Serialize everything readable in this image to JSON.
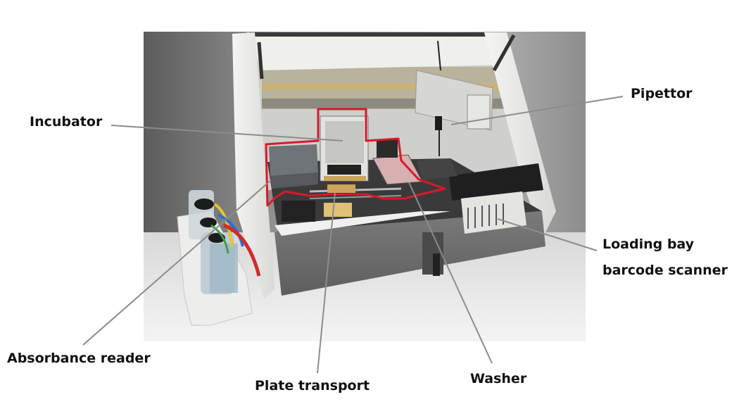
{
  "labels": {
    "incubator": "Incubator",
    "pipettor": "Pipettor",
    "loading_bay": "Loading bay",
    "barcode_scanner": "barcode scanner",
    "absorbance_reader": "Absorbance reader",
    "plate_transport": "Plate transport",
    "washer": "Washer"
  },
  "colors": {
    "highlight_outline": "#d8192a",
    "leader_line": "#8c8c8c",
    "instrument_body": "#e9e9e6",
    "instrument_panel": "#707070",
    "text": "#111111"
  }
}
